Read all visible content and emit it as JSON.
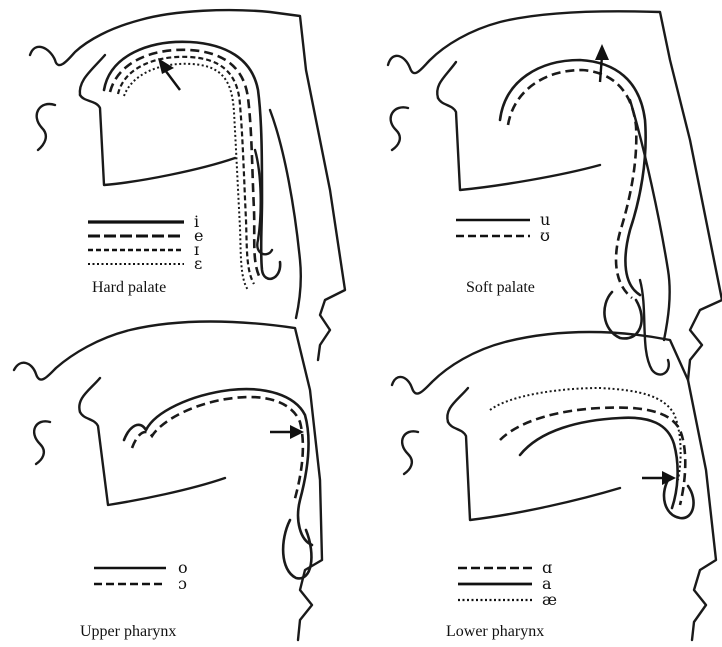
{
  "panels": [
    {
      "caption": "Hard palate",
      "legend": [
        "i",
        "e",
        "ɪ",
        "ɛ"
      ]
    },
    {
      "caption": "Soft palate",
      "legend": [
        "u",
        "ʊ"
      ]
    },
    {
      "caption": "Upper pharynx",
      "legend": [
        "o",
        "ɔ"
      ]
    },
    {
      "caption": "Lower pharynx",
      "legend": [
        "ɑ",
        "a",
        "æ"
      ]
    }
  ]
}
